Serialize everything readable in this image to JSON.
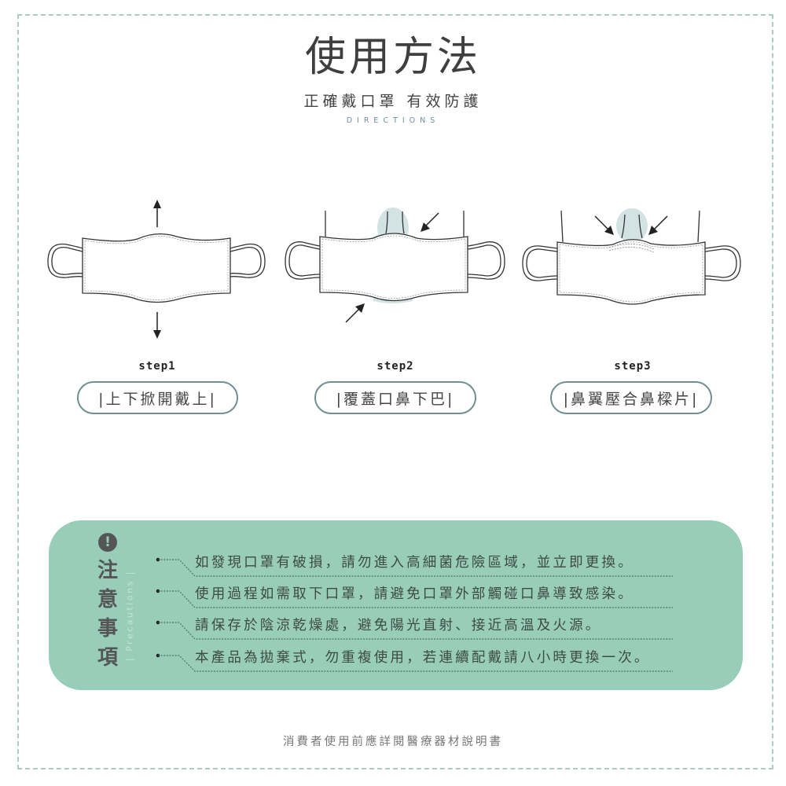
{
  "header": {
    "title": "使用方法",
    "subtitle": "正確戴口罩 有效防護",
    "english": "DIRECTIONS"
  },
  "steps": [
    {
      "label": "step1",
      "text": "|上下掀開戴上|"
    },
    {
      "label": "step2",
      "text": "|覆蓋口鼻下巴|"
    },
    {
      "label": "step3",
      "text": "|鼻翼壓合鼻樑片|"
    }
  ],
  "precautions": {
    "icon": "exclamation-icon",
    "icon_glyph": "!",
    "title_chars": [
      "注",
      "意",
      "事",
      "項"
    ],
    "english": "| Precautions |",
    "items": [
      "如發現口罩有破損，請勿進入高細菌危險區域，並立即更換。",
      "使用過程如需取下口罩，請避免口罩外部觸碰口鼻導致感染。",
      "請保存於陰涼乾燥處，避免陽光直射、接近高溫及火源。",
      "本產品為拋棄式，勿重複使用，若連續配戴請八小時更換一次。"
    ]
  },
  "footer": {
    "note": "消費者使用前應詳閱醫療器材說明書"
  },
  "colors": {
    "accent": "#97cdb9",
    "border": "#a9cdc3",
    "pill_border": "#6f8f93",
    "nose_shade": "#d3e3e3"
  }
}
